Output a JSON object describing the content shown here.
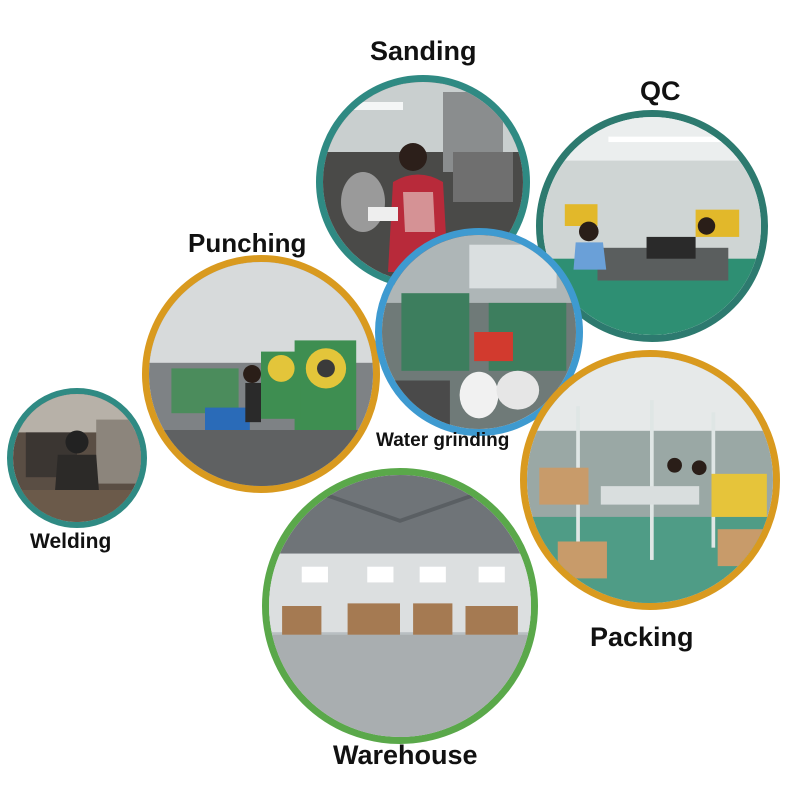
{
  "photos": [
    {
      "key": "sanding",
      "label": "Sanding",
      "ring_color": "#2f8a83"
    },
    {
      "key": "qc",
      "label": "QC",
      "ring_color": "#2d7a6f"
    },
    {
      "key": "punching",
      "label": "Punching",
      "ring_color": "#d99a1f"
    },
    {
      "key": "water-grinding",
      "label": "Water grinding",
      "ring_color": "#3e9ad0"
    },
    {
      "key": "welding",
      "label": "Welding",
      "ring_color": "#2f8a83"
    },
    {
      "key": "packing",
      "label": "Packing",
      "ring_color": "#d99a1f"
    },
    {
      "key": "warehouse",
      "label": "Warehouse",
      "ring_color": "#5aa84a"
    }
  ]
}
